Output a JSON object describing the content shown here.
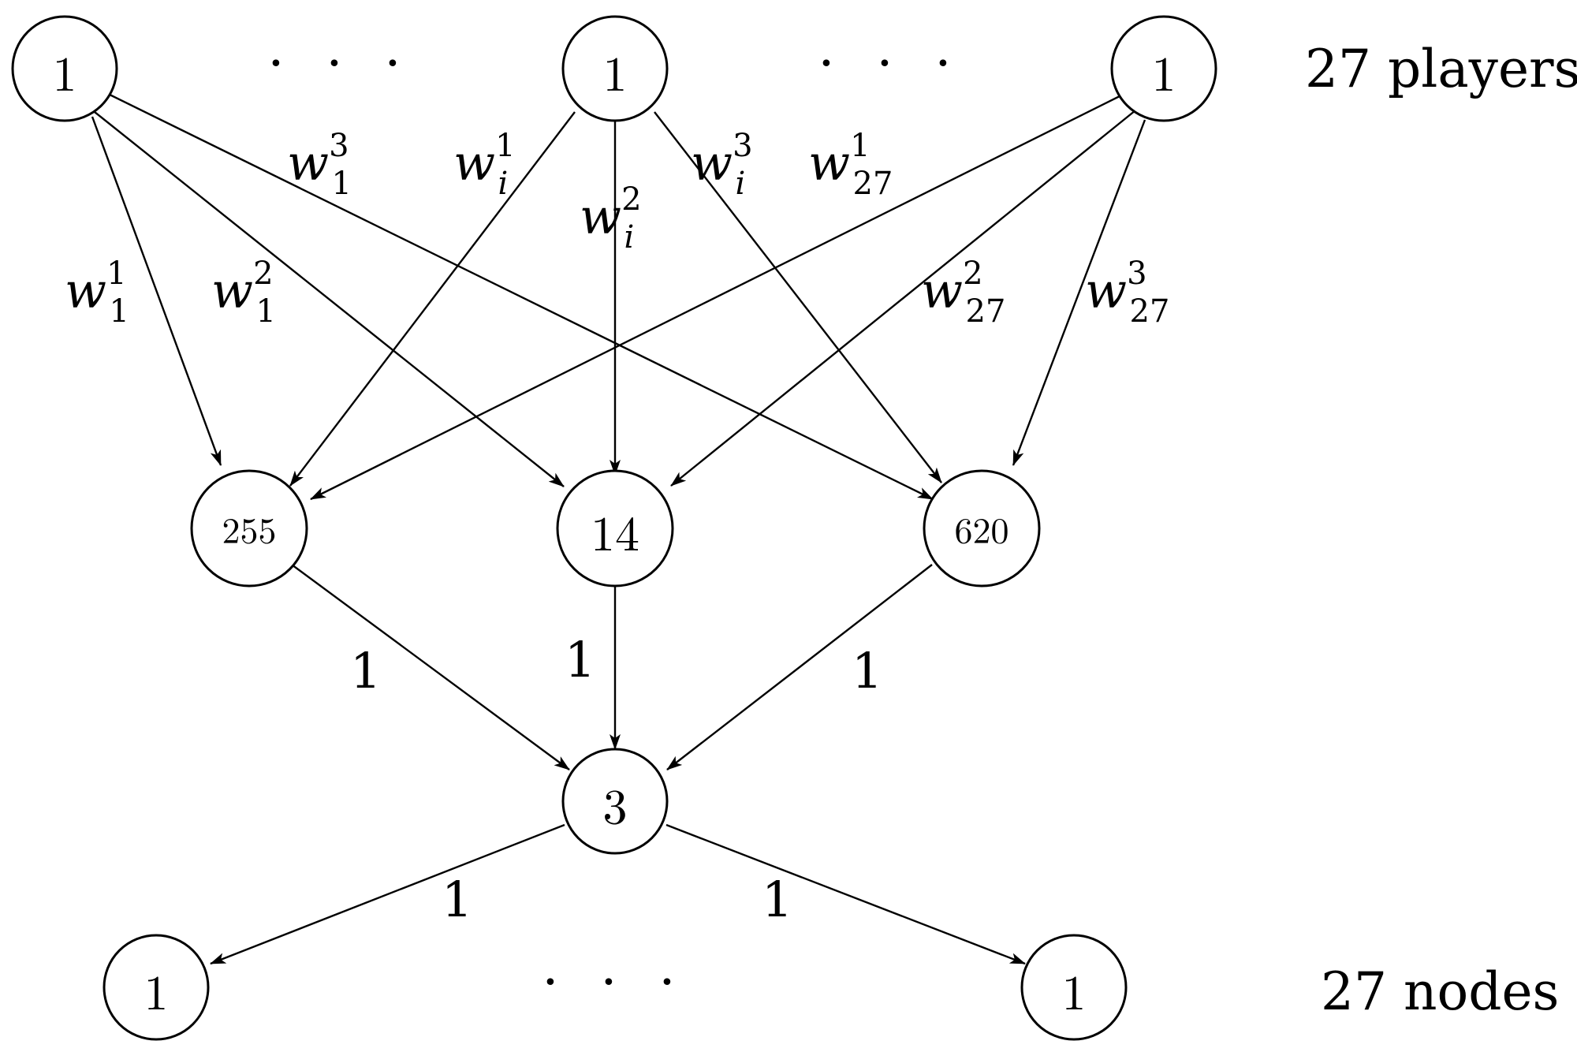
{
  "captions": {
    "players": "27 players",
    "nodes": "27 nodes"
  },
  "ellipsis": "· · ·",
  "nodes": {
    "player_left": "1",
    "player_mid": "1",
    "player_right": "1",
    "item_left": "255",
    "item_mid": "14",
    "item_right": "620",
    "hub": "3",
    "sink_left": "1",
    "sink_right": "1"
  },
  "weights": {
    "w1_1": {
      "base": "w",
      "sup": "1",
      "sub": "1"
    },
    "w1_2": {
      "base": "w",
      "sup": "2",
      "sub": "1"
    },
    "w1_3": {
      "base": "w",
      "sup": "3",
      "sub": "1"
    },
    "wi_1": {
      "base": "w",
      "sup": "1",
      "sub": "i"
    },
    "wi_2": {
      "base": "w",
      "sup": "2",
      "sub": "i"
    },
    "wi_3": {
      "base": "w",
      "sup": "3",
      "sub": "i"
    },
    "w27_1": {
      "base": "w",
      "sup": "1",
      "sub": "27"
    },
    "w27_2": {
      "base": "w",
      "sup": "2",
      "sub": "27"
    },
    "w27_3": {
      "base": "w",
      "sup": "3",
      "sub": "27"
    }
  },
  "edge_labels": {
    "item_left_to_hub": "1",
    "item_mid_to_hub": "1",
    "item_right_to_hub": "1",
    "hub_to_sink_left": "1",
    "hub_to_sink_right": "1"
  }
}
